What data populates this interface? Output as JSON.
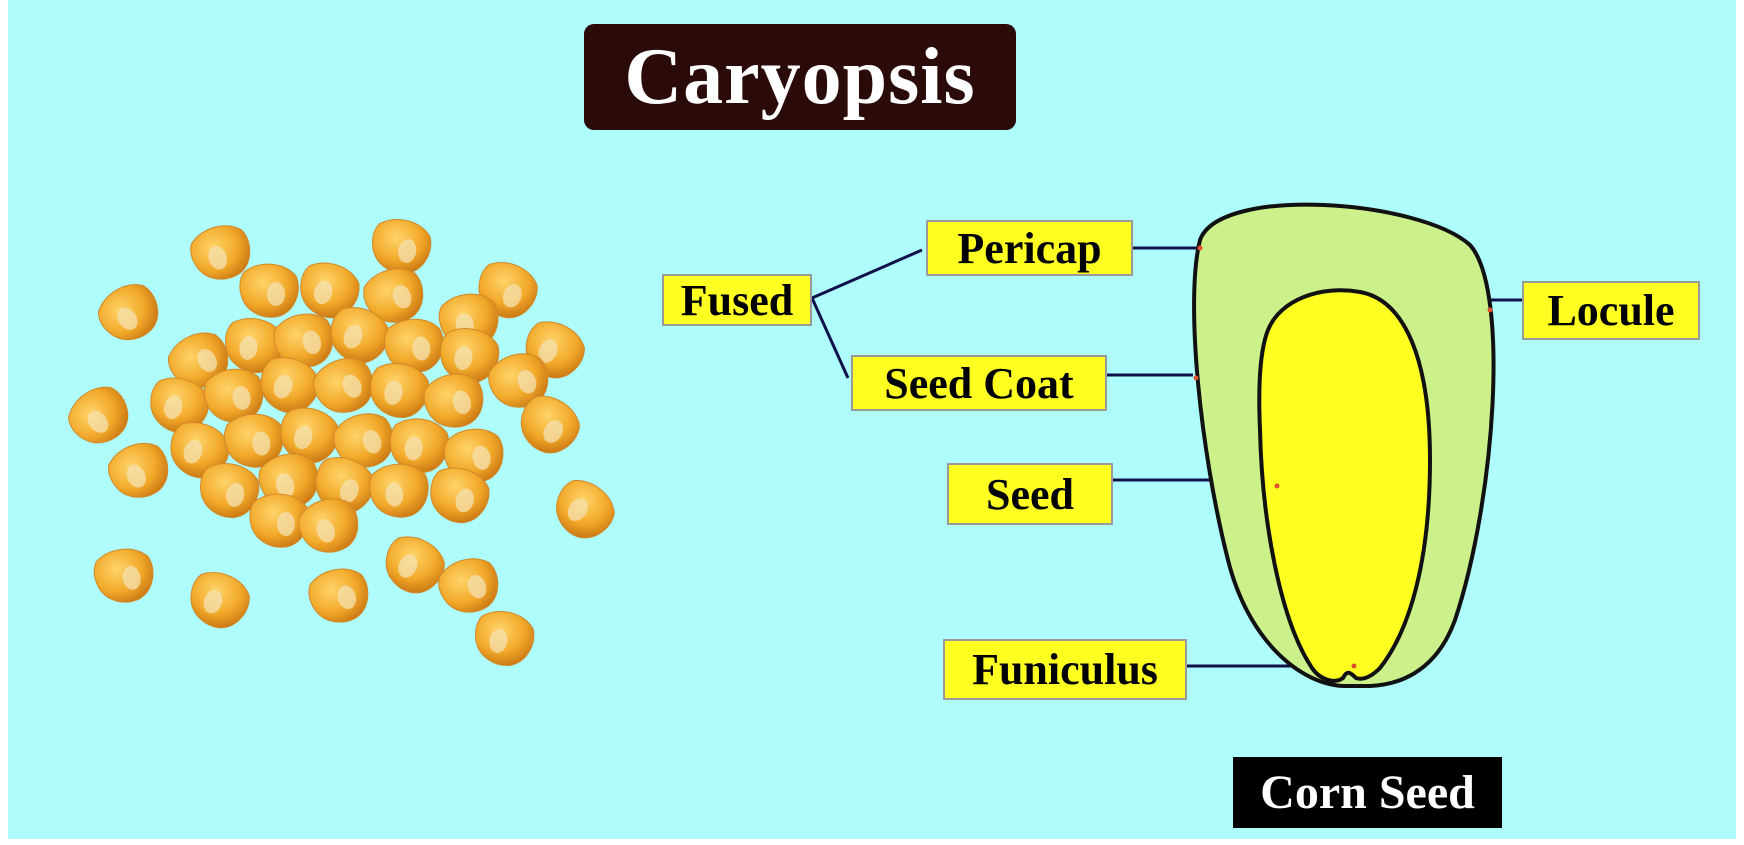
{
  "title": "Caryopsis",
  "caption": "Corn Seed",
  "labels": {
    "fused": "Fused",
    "pericap": "Pericap",
    "seed_coat": "Seed Coat",
    "seed": "Seed",
    "funiculus": "Funiculus",
    "locule": "Locule"
  },
  "colors": {
    "background": "#aefcfc",
    "title_bg": "#2b0a0a",
    "label_bg": "#ffff22",
    "locule_fill": "#ccf08a",
    "seed_fill": "#ffff22",
    "kernel": "#f2a92a"
  }
}
